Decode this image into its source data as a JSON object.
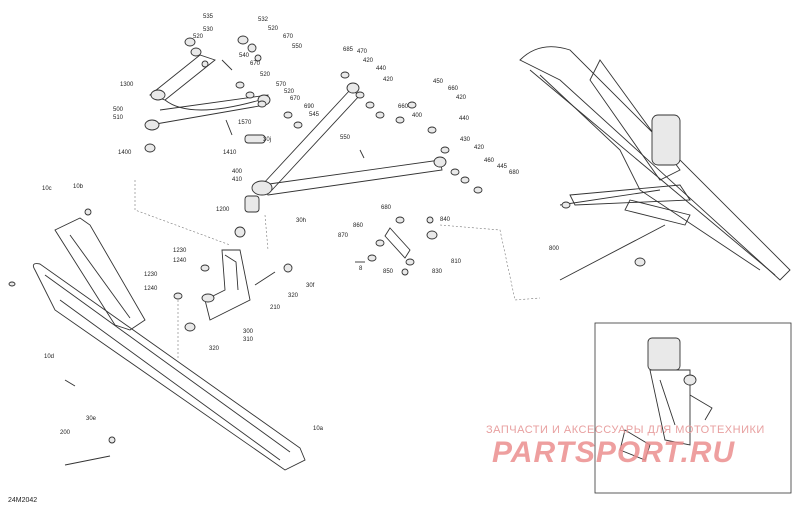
{
  "diagram_code": "24M2042",
  "watermark": {
    "line1": "ЗАПЧАСТИ И АКСЕССУАРЫ ДЛЯ МОТОТЕХНИКИ",
    "logo": "PARTSPORT.RU"
  },
  "callouts": [
    {
      "id": "c535",
      "text": "535"
    },
    {
      "id": "c530",
      "text": "530"
    },
    {
      "id": "c520a",
      "text": "520"
    },
    {
      "id": "c532",
      "text": "532"
    },
    {
      "id": "c520b",
      "text": "520"
    },
    {
      "id": "c670a",
      "text": "670"
    },
    {
      "id": "c540",
      "text": "540"
    },
    {
      "id": "c550a",
      "text": "550"
    },
    {
      "id": "c670b",
      "text": "670"
    },
    {
      "id": "c520c",
      "text": "520"
    },
    {
      "id": "c570",
      "text": "570"
    },
    {
      "id": "c520d",
      "text": "520"
    },
    {
      "id": "c670c",
      "text": "670"
    },
    {
      "id": "c690",
      "text": "690"
    },
    {
      "id": "c545",
      "text": "545"
    },
    {
      "id": "c1300",
      "text": "1300"
    },
    {
      "id": "c500",
      "text": "500"
    },
    {
      "id": "c510",
      "text": "510"
    },
    {
      "id": "c1570",
      "text": "1570"
    },
    {
      "id": "c30j",
      "text": "30j"
    },
    {
      "id": "c1410",
      "text": "1410"
    },
    {
      "id": "c1400",
      "text": "1400"
    },
    {
      "id": "c685",
      "text": "685"
    },
    {
      "id": "c470",
      "text": "470"
    },
    {
      "id": "c420a",
      "text": "420"
    },
    {
      "id": "c440a",
      "text": "440"
    },
    {
      "id": "c420b",
      "text": "420"
    },
    {
      "id": "c450",
      "text": "450"
    },
    {
      "id": "c660a",
      "text": "660"
    },
    {
      "id": "c420c",
      "text": "420"
    },
    {
      "id": "c660b",
      "text": "660"
    },
    {
      "id": "c400a",
      "text": "400"
    },
    {
      "id": "c440b",
      "text": "440"
    },
    {
      "id": "c550b",
      "text": "550"
    },
    {
      "id": "c430",
      "text": "430"
    },
    {
      "id": "c420d",
      "text": "420"
    },
    {
      "id": "c460",
      "text": "460"
    },
    {
      "id": "c445",
      "text": "445"
    },
    {
      "id": "c680a",
      "text": "680"
    },
    {
      "id": "c400b",
      "text": "400"
    },
    {
      "id": "c410",
      "text": "410"
    },
    {
      "id": "c1200",
      "text": "1200"
    },
    {
      "id": "c30h",
      "text": "30h"
    },
    {
      "id": "c10c",
      "text": "10c"
    },
    {
      "id": "c10b",
      "text": "10b"
    },
    {
      "id": "c680b",
      "text": "680"
    },
    {
      "id": "c860",
      "text": "860"
    },
    {
      "id": "c870",
      "text": "870"
    },
    {
      "id": "c840",
      "text": "840"
    },
    {
      "id": "c8",
      "text": "8"
    },
    {
      "id": "c850",
      "text": "850"
    },
    {
      "id": "c810",
      "text": "810"
    },
    {
      "id": "c830",
      "text": "830"
    },
    {
      "id": "c800",
      "text": "800"
    },
    {
      "id": "c1230",
      "text": "1230"
    },
    {
      "id": "c1240a",
      "text": "1240"
    },
    {
      "id": "c1230b",
      "text": "1230"
    },
    {
      "id": "c1240b",
      "text": "1240"
    },
    {
      "id": "c30f",
      "text": "30f"
    },
    {
      "id": "c320a",
      "text": "320"
    },
    {
      "id": "c210",
      "text": "210"
    },
    {
      "id": "c300",
      "text": "300"
    },
    {
      "id": "c310",
      "text": "310"
    },
    {
      "id": "c320b",
      "text": "320"
    },
    {
      "id": "c10d",
      "text": "10d"
    },
    {
      "id": "c30e",
      "text": "30e"
    },
    {
      "id": "c200",
      "text": "200"
    },
    {
      "id": "c10a",
      "text": "10a"
    }
  ]
}
